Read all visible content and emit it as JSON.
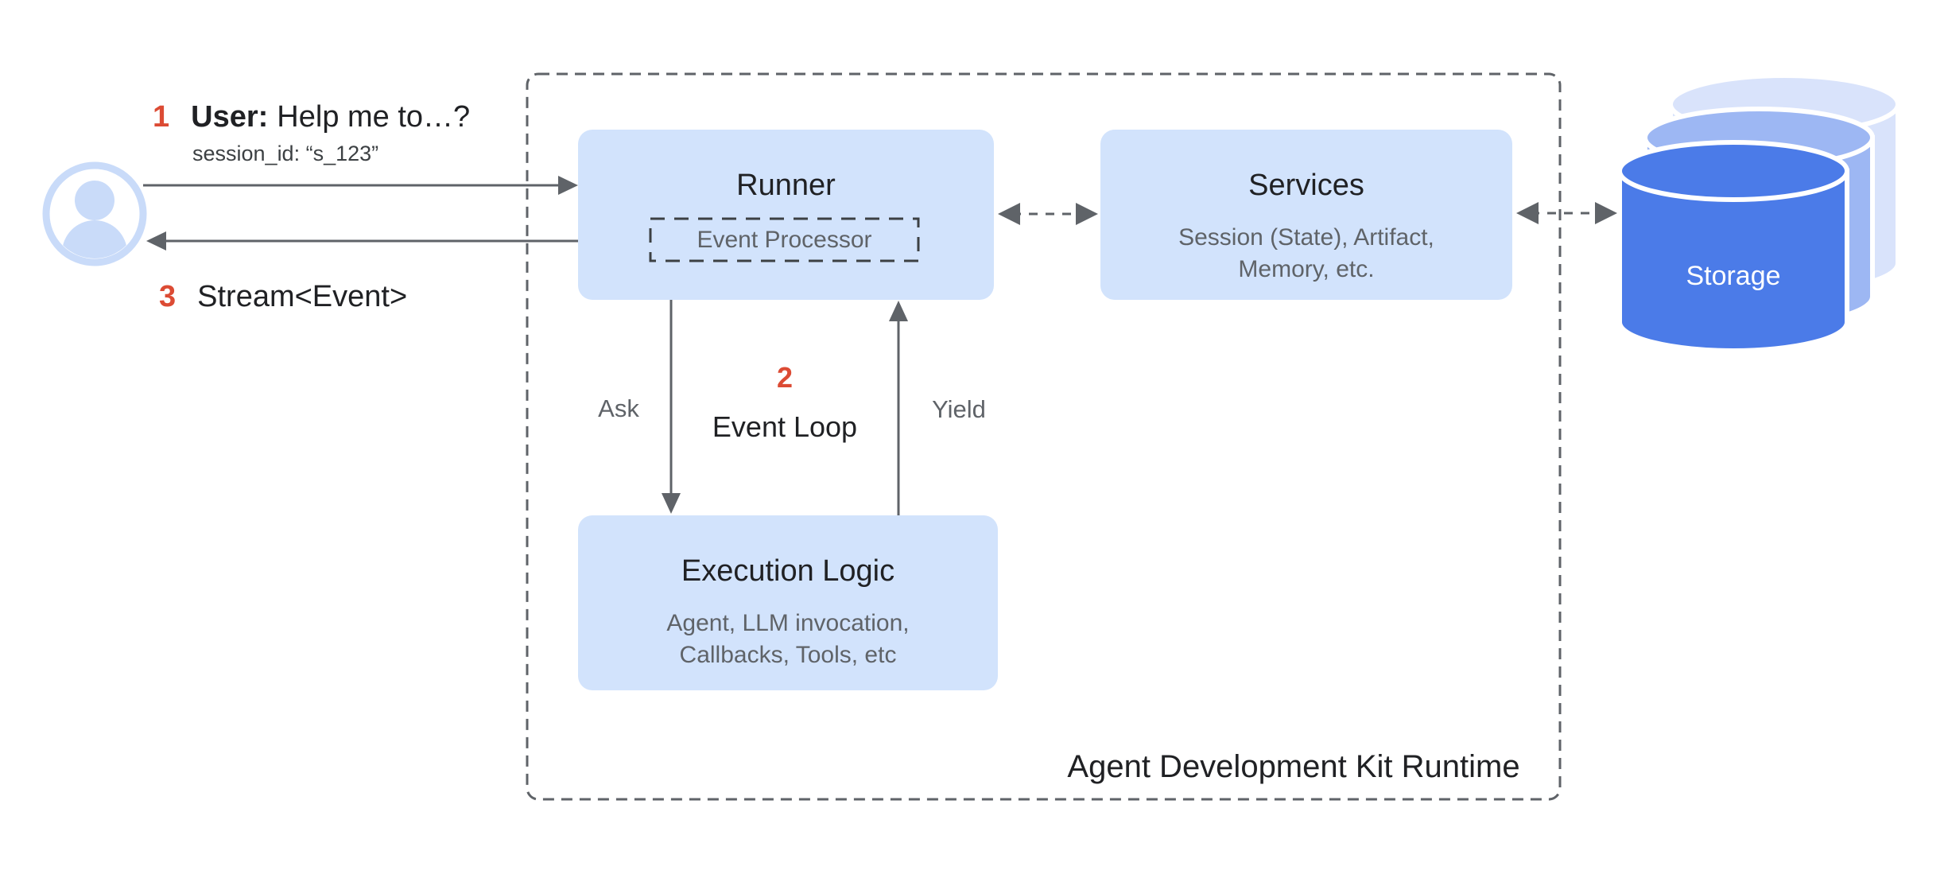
{
  "colors": {
    "box_fill": "#D2E3FC",
    "title_text": "#202124",
    "subtitle_text": "#5F6368",
    "session_text": "#3C4043",
    "arrow": "#5F6368",
    "ep_border": "#3C4043",
    "accent_red": "#DC4B34",
    "storage_front": "#4B7BE8",
    "storage_middle": "#9DB7F3",
    "storage_back": "#D9E3FB",
    "avatar_blue": "#C9DBF9"
  },
  "user": {
    "step_number": "1",
    "speaker_label": "User:",
    "message": "Help me to…?",
    "session_line": "session_id: “s_123”"
  },
  "response": {
    "step_number": "3",
    "label": "Stream<Event>"
  },
  "event_loop": {
    "step_number": "2",
    "label": "Event Loop",
    "ask_label": "Ask",
    "yield_label": "Yield"
  },
  "runner": {
    "title": "Runner",
    "event_processor_label": "Event Processor"
  },
  "services": {
    "title": "Services",
    "subtitle_line1": "Session (State), Artifact,",
    "subtitle_line2": "Memory, etc."
  },
  "execution_logic": {
    "title": "Execution Logic",
    "subtitle_line1": "Agent, LLM invocation,",
    "subtitle_line2": "Callbacks, Tools, etc"
  },
  "storage": {
    "label": "Storage"
  },
  "runtime_container": {
    "label": "Agent Development Kit Runtime"
  }
}
